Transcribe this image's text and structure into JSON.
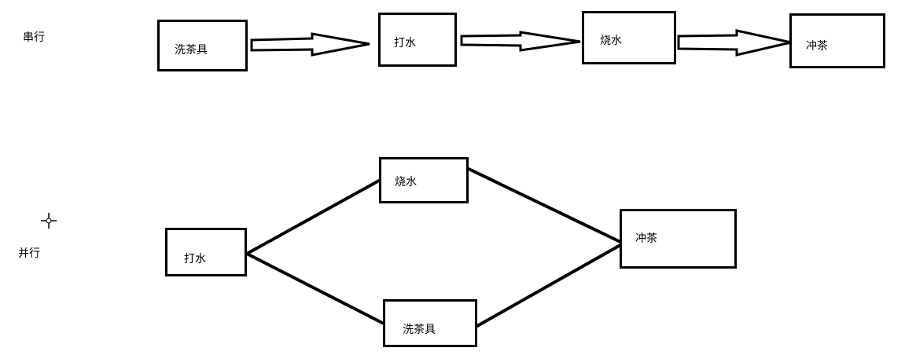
{
  "labels": {
    "serial": "串行",
    "parallel": "并行"
  },
  "serial": {
    "nodes": [
      {
        "id": "s_wash",
        "label": "洗茶具"
      },
      {
        "id": "s_fetch",
        "label": "打水"
      },
      {
        "id": "s_boil",
        "label": "烧水"
      },
      {
        "id": "s_brew",
        "label": "冲茶"
      }
    ]
  },
  "parallel": {
    "nodes": [
      {
        "id": "p_fetch",
        "label": "打水"
      },
      {
        "id": "p_boil",
        "label": "烧水"
      },
      {
        "id": "p_wash",
        "label": "洗茶具"
      },
      {
        "id": "p_brew",
        "label": "冲茶"
      }
    ]
  },
  "colors": {
    "stroke": "#000000",
    "background": "#ffffff"
  },
  "icons": {
    "cursor": "crosshair-cursor-icon"
  }
}
